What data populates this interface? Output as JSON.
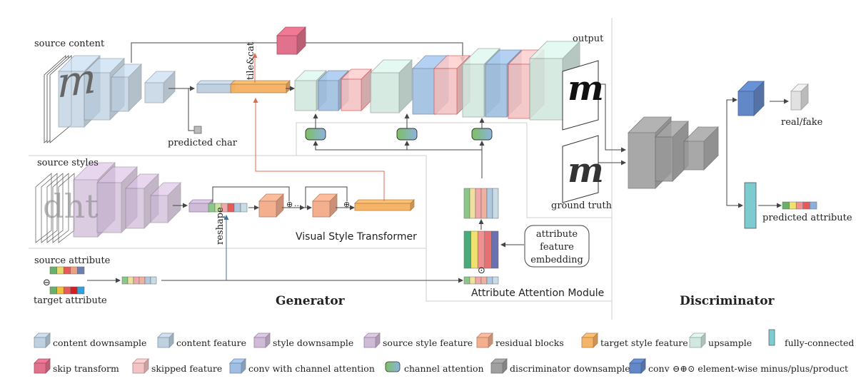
{
  "colors": {
    "content": "#bccfe0",
    "style": "#cdb7d6",
    "residual": "#f4ab8a",
    "target": "#f6b060",
    "upsample": "#cfe7de",
    "fc": "#7ccbd0",
    "skip": "#e06a86",
    "skipped": "#f4c0c0",
    "disc": "#9a9a9a",
    "conv": "#5b82c6"
  },
  "labels": {
    "source_content": "source content",
    "source_styles": "source styles",
    "source_attribute": "source attribute",
    "target_attribute": "target attribute",
    "predicted_char": "predicted char",
    "tile_cat": "tile&cat",
    "reshape": "reshape",
    "output": "output",
    "ground_truth": "ground truth",
    "real_fake": "real/fake",
    "predicted_attribute": "predicted attribute",
    "vst": "Visual Style Transformer",
    "aam": "Attribute Attention Module",
    "embed_1": "attribute",
    "embed_2": "feature",
    "embed_3": "embedding",
    "generator": "Generator",
    "discriminator": "Discriminator",
    "minus": "⊖",
    "plus": "⊕",
    "product": "⊙",
    "dots": "···",
    "sample_content": "m",
    "sample_output": "m",
    "sample_gt": "m",
    "sample_styles": "dht"
  },
  "legend": [
    {
      "label": "content downsample",
      "icon": "cube",
      "color": "#bccfe0"
    },
    {
      "label": "content feature",
      "icon": "cube",
      "color": "#bccfe0"
    },
    {
      "label": "style downsample",
      "icon": "cube",
      "color": "#cdb7d6"
    },
    {
      "label": "source style feature",
      "icon": "cube",
      "color": "#cdb7d6"
    },
    {
      "label": "residual blocks",
      "icon": "cube",
      "color": "#f4ab8a"
    },
    {
      "label": "target style feature",
      "icon": "cube",
      "color": "#f6b060"
    },
    {
      "label": "upsample",
      "icon": "cube",
      "color": "#cfe7de"
    },
    {
      "label": "fully-connected",
      "icon": "bar",
      "color": "#7ccbd0"
    },
    {
      "label": "skip transform",
      "icon": "cube",
      "color": "#e06a86"
    },
    {
      "label": "skipped feature",
      "icon": "cube",
      "color": "#f4c0c0"
    },
    {
      "label": "conv with channel attention",
      "icon": "cube",
      "color": "#9bbbe0"
    },
    {
      "label": "channel attention",
      "icon": "pill",
      "color": "#8cc66c"
    },
    {
      "label": "discriminator downsample",
      "icon": "cube",
      "color": "#9a9a9a"
    },
    {
      "label": "conv",
      "icon": "cube",
      "color": "#5b82c6"
    },
    {
      "label": "⊖⊕⊙ element-wise minus/plus/product",
      "icon": "none",
      "color": ""
    }
  ]
}
